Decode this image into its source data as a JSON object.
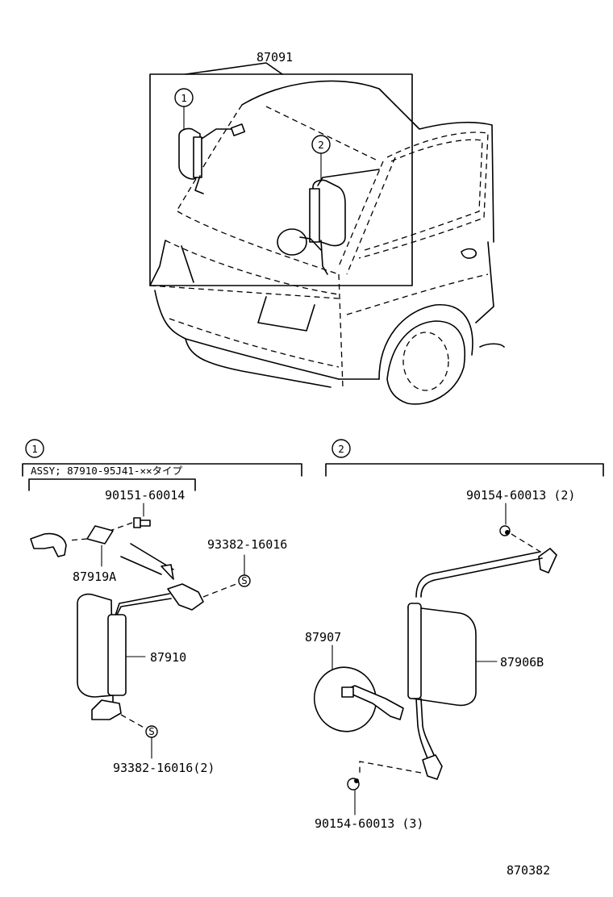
{
  "diagram": {
    "callouts": {
      "one": "1",
      "two": "2"
    },
    "overview": {
      "assembly_label": "87091"
    },
    "section1": {
      "assy_note": "ASSY; 87910-95J41-✕✕タイプ",
      "parts": {
        "screw_top": "90151-60014",
        "bracket": "87919A",
        "screw_right": "93382-16016",
        "mirror": "87910",
        "screw_bottom": "93382-16016(2)"
      }
    },
    "section2": {
      "parts": {
        "bolt_top": "90154-60013 (2)",
        "round_mirror": "87907",
        "mirror": "87906B",
        "bolt_bottom": "90154-60013 (3)"
      }
    },
    "figure_id": "870382"
  }
}
